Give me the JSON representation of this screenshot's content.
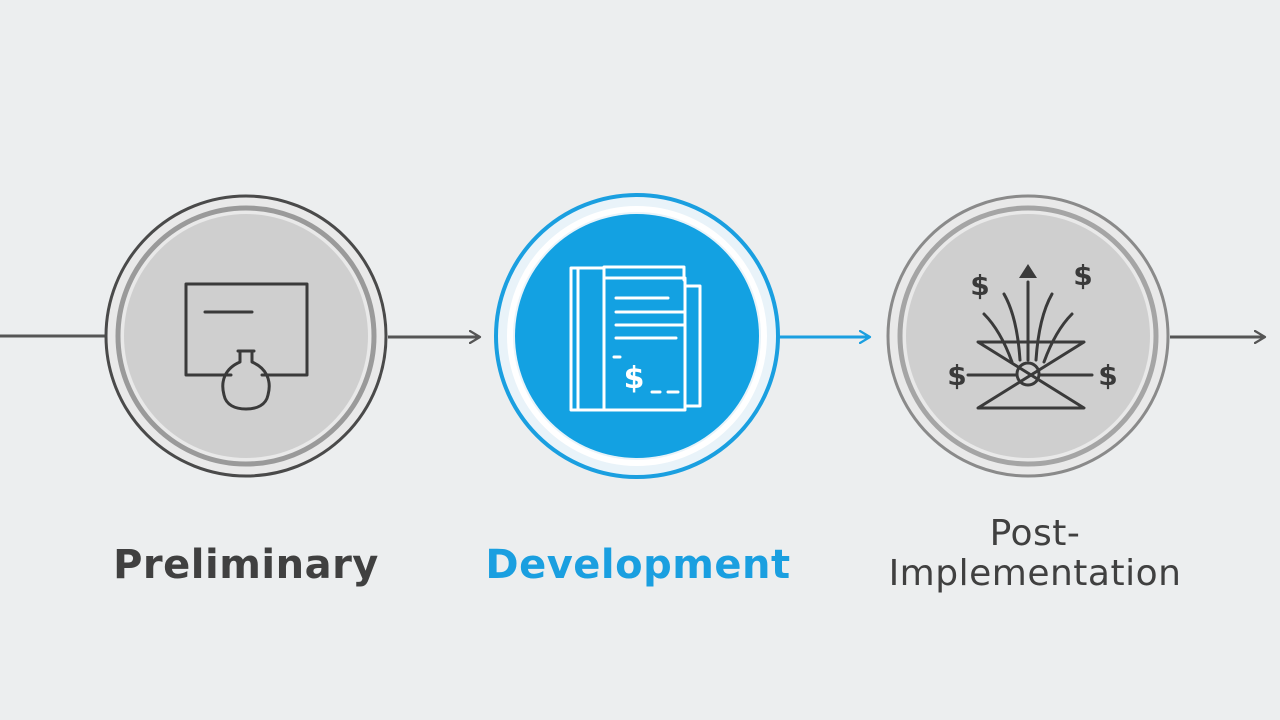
{
  "colors": {
    "background": "#eceeef",
    "inactive_ring": "#8a8a8a",
    "inactive_fill": "#cfcfcf",
    "inactive_icon": "#3a3a3a",
    "active_ring": "#1a9fe0",
    "active_fill": "#13a1e2",
    "active_icon": "#ffffff",
    "active_text": "#1a9fe0",
    "inactive_text": "#404040",
    "connector": "#555555"
  },
  "stages": [
    {
      "id": "preliminary",
      "label": "Preliminary",
      "label_lines": [
        "Preliminary"
      ],
      "icon": "flask-board-icon",
      "active": false
    },
    {
      "id": "development",
      "label": "Development",
      "label_lines": [
        "Development"
      ],
      "icon": "document-dollar-icon",
      "active": true
    },
    {
      "id": "post-implementation",
      "label": "Post-Implementation",
      "label_lines": [
        "Post-",
        "Implementation"
      ],
      "icon": "money-growth-icon",
      "active": false
    }
  ],
  "icon_text": {
    "development_dollar": "$",
    "post_dollar": "$"
  }
}
